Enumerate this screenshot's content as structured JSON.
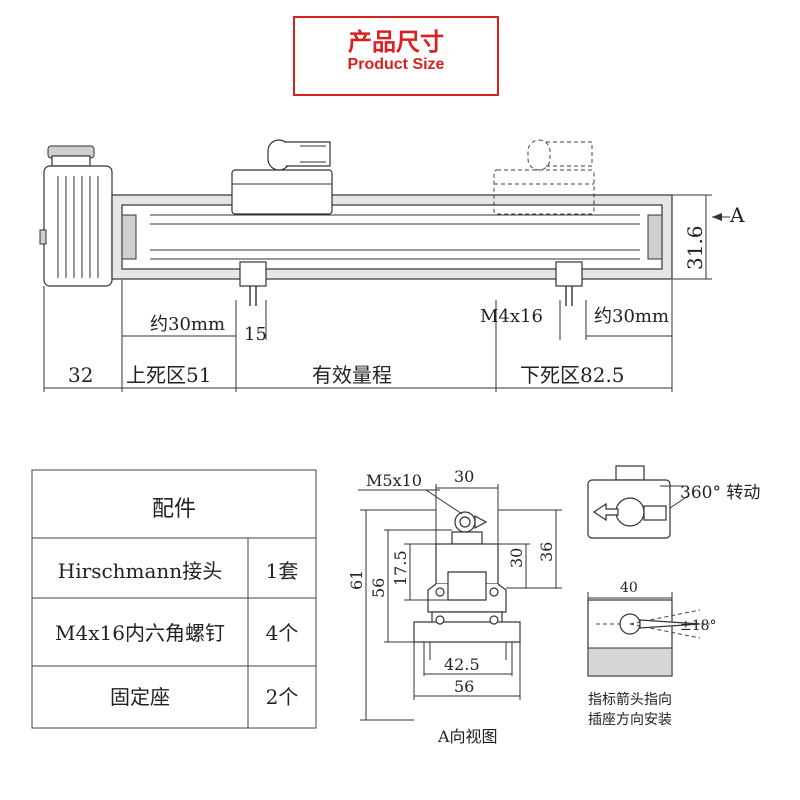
{
  "title": {
    "cn": "产品尺寸",
    "en": "Product Size"
  },
  "side_view": {
    "dims": {
      "conn_len": "32",
      "dead_top": "上死区51",
      "effective": "有效量程",
      "dead_bottom": "下死区82.5",
      "approx_left": "约30mm",
      "slider_w": "15",
      "screw": "M4x16",
      "approx_right": "约30mm",
      "height": "31.6",
      "view_letter": "A"
    }
  },
  "accessories_table": {
    "header": "配件",
    "rows": [
      {
        "name": "Hirschmann接头",
        "qty": "1套"
      },
      {
        "name": "M4x16内六角螺钉",
        "qty": "4个"
      },
      {
        "name": "固定座",
        "qty": "2个"
      }
    ]
  },
  "a_view": {
    "caption": "A向视图",
    "dims": {
      "screw": "M5x10",
      "top_w": "30",
      "h30": "30",
      "h36": "36",
      "h17_5": "17.5",
      "h61": "61",
      "h56": "56",
      "w42_5": "42.5",
      "w56": "56"
    }
  },
  "rotation_view": {
    "rotate_label": "360° 转动",
    "width": "40",
    "angle": "±18°",
    "note_line1": "指标箭头指向",
    "note_line2": "插座方向安装"
  }
}
